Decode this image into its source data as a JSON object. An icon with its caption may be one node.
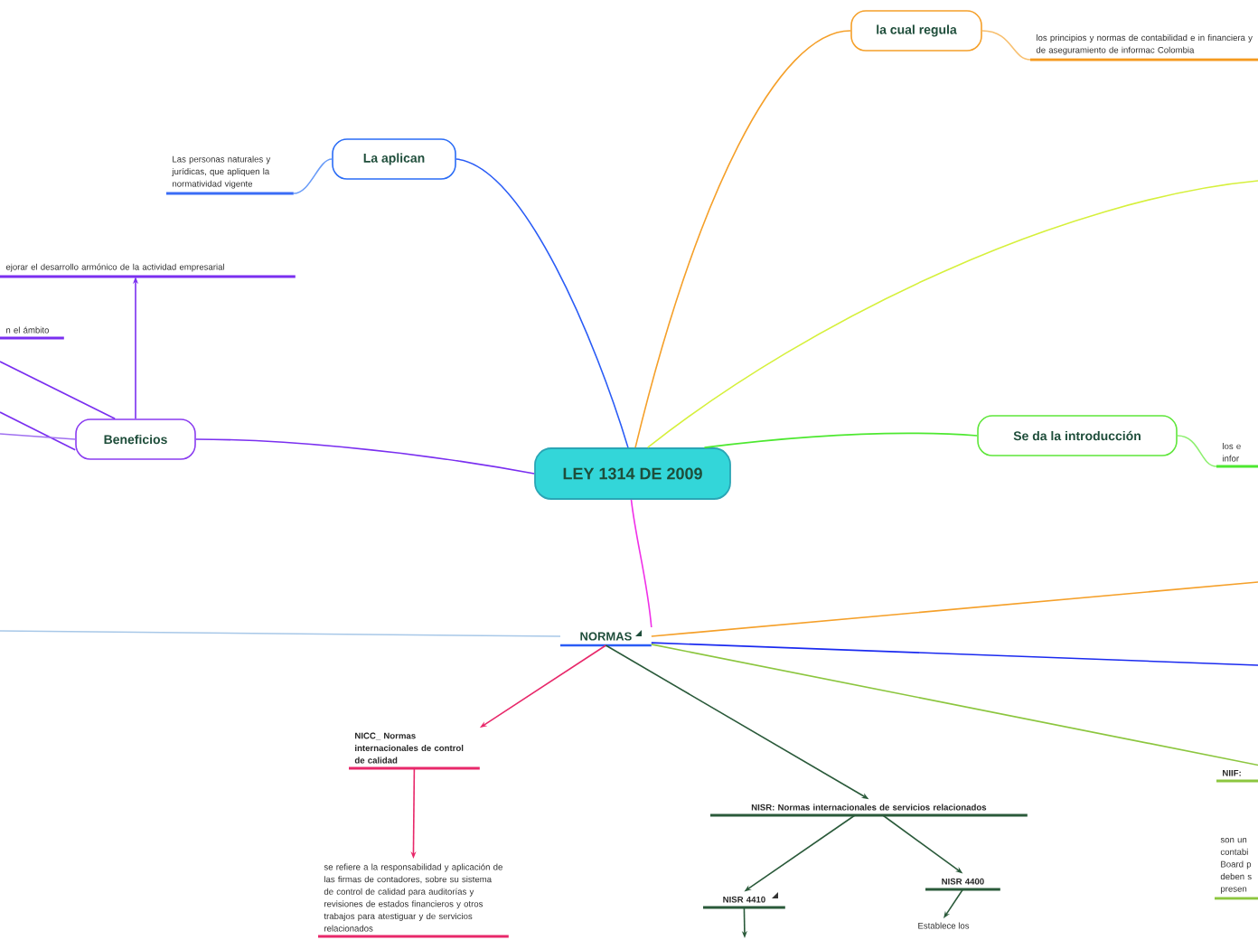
{
  "diagram": {
    "nodes": [
      {
        "text": [
          "LEY 1314 DE 2009"
        ]
      },
      {
        "text": [
          "La aplican"
        ]
      },
      {
        "text": [
          "Las personas naturales y jurídicas, que apliquen la normatividad vigente"
        ]
      },
      {
        "text": [
          "la cual regula"
        ]
      },
      {
        "text": [
          "los principios y normas de contabilidad e in financiera y de aseguramiento de informac Colombia"
        ]
      },
      {
        "text": [
          "Se da la introducción"
        ]
      },
      {
        "text": [
          "los e infor"
        ]
      },
      {
        "text": [
          "Beneficios"
        ]
      },
      {
        "text": [
          "ejorar el desarrollo armónico de la actividad empresarial"
        ]
      },
      {
        "text": [
          "n el ámbito"
        ]
      },
      {
        "text": [
          "NORMAS"
        ]
      },
      {
        "text": [
          "NICC_ Normas internacionales de control de calidad"
        ]
      },
      {
        "text": [
          "se refiere a la responsabilidad y aplicación de las firmas de contadores, sobre su sistema de control de calidad para auditorías y revisiones de estados financieros y otros trabajos para atestiguar y de servicios relacionados"
        ]
      },
      {
        "text": [
          "NISR: Normas internacionales de servicios relacionados"
        ]
      },
      {
        "text": [
          "NISR 4410"
        ]
      },
      {
        "text": [
          "NISR  4400"
        ]
      },
      {
        "text": [
          "Establece los"
        ]
      },
      {
        "text": [
          "NIIF:"
        ]
      },
      {
        "text": [
          "son un contabi Board p deben s presen"
        ]
      }
    ],
    "edges": [
      {
        "from": 0,
        "to": 1,
        "arrow": "none",
        "color": "#2a5cf6"
      },
      {
        "from": 1,
        "to": 2,
        "arrow": "none",
        "color": "#6a9cf8"
      },
      {
        "from": 0,
        "to": 3,
        "arrow": "none",
        "color": "#f5a02a"
      },
      {
        "from": 3,
        "to": 4,
        "arrow": "none",
        "color": "#f8c070"
      },
      {
        "from": 0,
        "to": null,
        "arrow": "none",
        "color": "#d6f03c"
      },
      {
        "from": 0,
        "to": 5,
        "arrow": "none",
        "color": "#4de830"
      },
      {
        "from": 5,
        "to": 6,
        "arrow": "none",
        "color": "#8ef070"
      },
      {
        "from": 0,
        "to": 7,
        "arrow": "none",
        "color": "#7a2ff0"
      },
      {
        "from": 7,
        "to": 8,
        "arrow": "to",
        "color": "#7a2ff0"
      },
      {
        "from": 7,
        "to": null,
        "arrow": "none",
        "color": "#7a2ff0"
      },
      {
        "from": 7,
        "to": null,
        "arrow": "none",
        "color": "#7a2ff0"
      },
      {
        "from": 7,
        "to": null,
        "arrow": "none",
        "color": "#a070f0"
      },
      {
        "from": 0,
        "to": 10,
        "arrow": "none",
        "color": "#f030e8"
      },
      {
        "from": 10,
        "to": null,
        "arrow": "none",
        "color": "#a8c8e8"
      },
      {
        "from": 10,
        "to": 11,
        "arrow": "to",
        "color": "#e8286a"
      },
      {
        "from": 11,
        "to": 12,
        "arrow": "to",
        "color": "#e8286a"
      },
      {
        "from": 10,
        "to": 13,
        "arrow": "to",
        "color": "#2a5a3a"
      },
      {
        "from": 13,
        "to": 14,
        "arrow": "to",
        "color": "#2a5a3a"
      },
      {
        "from": 13,
        "to": 15,
        "arrow": "to",
        "color": "#2a5a3a"
      },
      {
        "from": 14,
        "to": null,
        "arrow": "to",
        "color": "#2a5a3a"
      },
      {
        "from": 15,
        "to": 16,
        "arrow": "to",
        "color": "#2a5a3a"
      },
      {
        "from": 10,
        "to": null,
        "arrow": "none",
        "color": "#f5a02a"
      },
      {
        "from": 10,
        "to": null,
        "arrow": "none",
        "color": "#1a2af0"
      },
      {
        "from": 10,
        "to": 17,
        "arrow": "none",
        "color": "#8cc63f"
      }
    ]
  }
}
